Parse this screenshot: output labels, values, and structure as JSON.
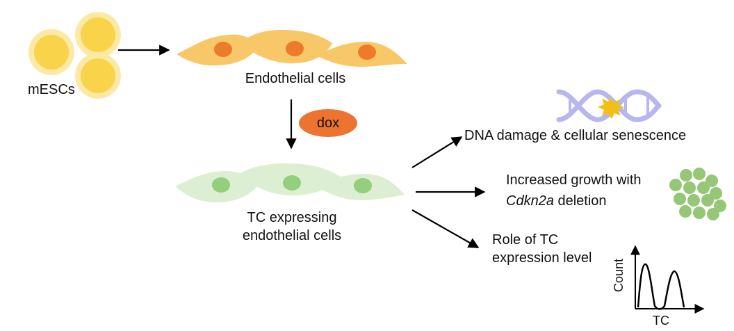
{
  "labels": {
    "mescs": "mESCs",
    "endothelial": "Endothelial cells",
    "dox": "dox",
    "tc_cells_line1": "TC expressing",
    "tc_cells_line2": "endothelial cells",
    "dna_damage": "DNA damage & cellular senescence",
    "growth_line1": "Increased growth with",
    "growth_gene": "Cdkn2a",
    "growth_line2_rest": " deletion",
    "role_line1": "Role of TC",
    "role_line2": "expression level",
    "plot_ylabel": "Count",
    "plot_xlabel": "TC"
  },
  "colors": {
    "stem_outer": "#fde9a6",
    "stem_inner": "#f9d44a",
    "endo_cell": "#f8c768",
    "endo_nucleus": "#ee7a2c",
    "dox_fill": "#ec7330",
    "tc_cell": "#dcefd2",
    "tc_nucleus": "#93cf7c",
    "dna": "#b7b6ee",
    "damage": "#f2bf14",
    "colony": "#95c777",
    "line": "#000000"
  }
}
